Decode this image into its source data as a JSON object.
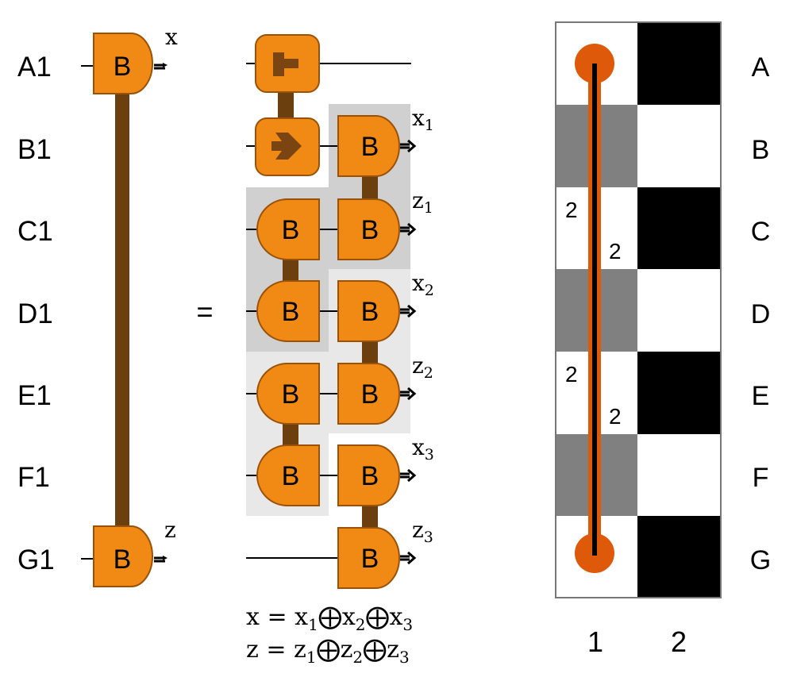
{
  "qubit_labels": [
    "A1",
    "B1",
    "C1",
    "D1",
    "E1",
    "F1",
    "G1"
  ],
  "gate_label": "B",
  "equals_sign": "=",
  "left_outputs": {
    "top": "x",
    "bottom": "z"
  },
  "right_outputs": [
    {
      "base": "x",
      "sub": "1"
    },
    {
      "base": "z",
      "sub": "1"
    },
    {
      "base": "x",
      "sub": "2"
    },
    {
      "base": "z",
      "sub": "2"
    },
    {
      "base": "x",
      "sub": "3"
    },
    {
      "base": "z",
      "sub": "3"
    }
  ],
  "equations": [
    {
      "lhs": "x",
      "terms": [
        "x",
        "1",
        "x",
        "2",
        "x",
        "3"
      ]
    },
    {
      "lhs": "z",
      "terms": [
        "z",
        "1",
        "z",
        "2",
        "z",
        "3"
      ]
    }
  ],
  "equation_symbols": {
    "equals": "=",
    "xor": "⨁"
  },
  "grid": {
    "row_labels": [
      "A",
      "B",
      "C",
      "D",
      "E",
      "F",
      "G"
    ],
    "col_labels": [
      "1",
      "2"
    ],
    "weights": [
      "2",
      "2",
      "2",
      "2"
    ]
  },
  "colors": {
    "gate_fill": "#f08a14",
    "gate_stroke": "#9a5208",
    "link": "#6b3f0e",
    "glyph": "#7a4510",
    "shade_dark": "#d0d0d0",
    "shade_light": "#e8e8e8",
    "cell_gray": "#808080",
    "cell_black": "#000000",
    "path_orange": "#de5a0a"
  },
  "icons": [
    "t-shaped-marker-icon",
    "arrow-chevron-icon"
  ]
}
